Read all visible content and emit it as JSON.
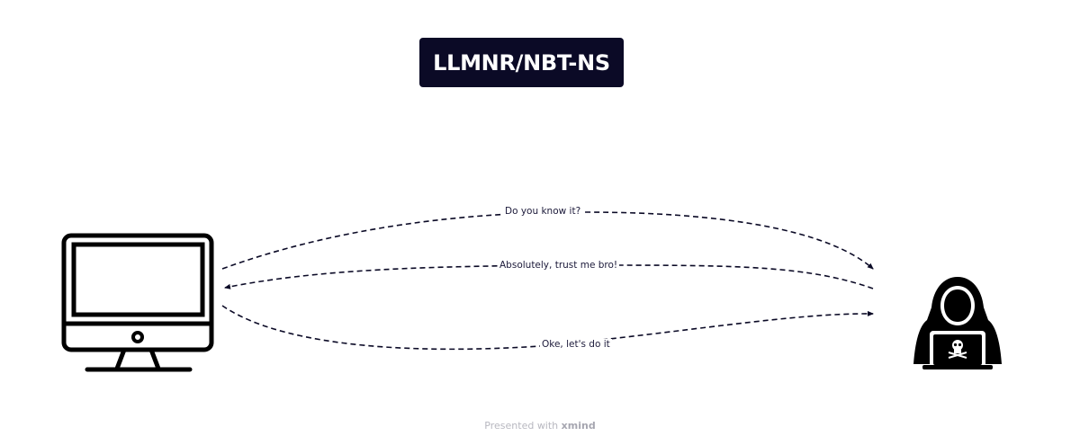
{
  "title": "LLMNR/NBT-NS",
  "nodes": [
    {
      "id": "victim",
      "icon": "desktop-computer-icon"
    },
    {
      "id": "attacker",
      "icon": "hooded-hacker-icon"
    }
  ],
  "edges": [
    {
      "from": "victim",
      "to": "attacker",
      "label": "Do you know it?"
    },
    {
      "from": "attacker",
      "to": "victim",
      "label": "Absolutely, trust me bro!"
    },
    {
      "from": "victim",
      "to": "attacker",
      "label": "Oke, let's do it"
    }
  ],
  "footer": {
    "prefix": "Presented with",
    "brand": "xmind"
  },
  "colors": {
    "title_bg": "#0b0a26",
    "edge": "#0b0a26",
    "icon": "#000000"
  }
}
